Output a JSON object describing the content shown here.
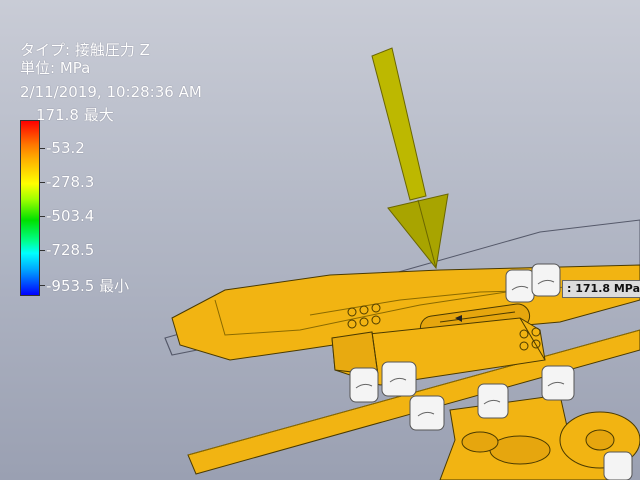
{
  "result": {
    "type_line": "タイプ: 接触圧力 Z",
    "unit_line": "単位: MPa",
    "timestamp": "2/11/2019, 10:28:36 AM"
  },
  "legend": {
    "max_label": "171.8 最大",
    "min_label": "-953.5 最小",
    "ticks": [
      "-53.2",
      "-278.3",
      "-503.4",
      "-728.5"
    ],
    "color_scale": [
      "#ff0000",
      "#ff7a00",
      "#ffff00",
      "#00e000",
      "#00ffff",
      "#0000ff"
    ]
  },
  "probe": {
    "max_marker": ": 171.8 MPa"
  },
  "model": {
    "part_color": "#f2b412",
    "arrow_color": "#b8b400"
  }
}
